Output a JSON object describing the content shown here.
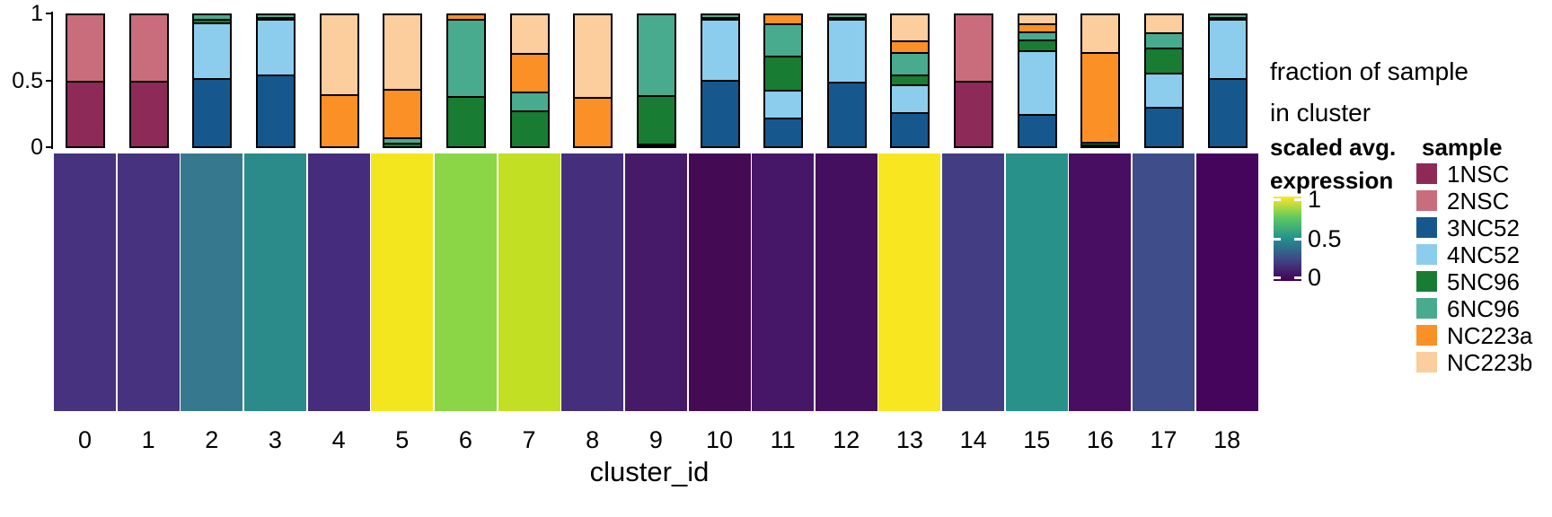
{
  "axes": {
    "x_title": "cluster_id",
    "y_ticks": [
      {
        "label": "1",
        "value": 1
      },
      {
        "label": "0.5",
        "value": 0.5
      },
      {
        "label": "0",
        "value": 0
      }
    ]
  },
  "top_chart": {
    "label_line1": "fraction of sample",
    "label_line2": "in cluster"
  },
  "legends": {
    "expression": {
      "title_line1": "scaled avg.",
      "title_line2": "expression",
      "ticks": [
        {
          "label": "1",
          "value": 1
        },
        {
          "label": "0.5",
          "value": 0.5
        },
        {
          "label": "0",
          "value": 0
        }
      ],
      "gradient_stops": [
        "#440154",
        "#414487",
        "#21918c",
        "#5ec962",
        "#fde725"
      ]
    },
    "sample": {
      "title": "sample",
      "items": [
        {
          "label": "1NSC",
          "color": "#8d2a58"
        },
        {
          "label": "2NSC",
          "color": "#c96d7d"
        },
        {
          "label": "3NC52",
          "color": "#16588e"
        },
        {
          "label": "4NC52",
          "color": "#8ccdee"
        },
        {
          "label": "5NC96",
          "color": "#187d32"
        },
        {
          "label": "6NC96",
          "color": "#49ab8e"
        },
        {
          "label": "NC223a",
          "color": "#fb9027"
        },
        {
          "label": "NC223b",
          "color": "#fccd9d"
        }
      ]
    }
  },
  "chart_data": [
    {
      "type": "bar",
      "subtype": "stacked_fraction",
      "title": "fraction of sample in cluster",
      "xlabel": "cluster_id",
      "ylim": [
        0,
        1
      ],
      "yticks": [
        0,
        0.5,
        1
      ],
      "legend_position": "right",
      "categories": [
        "0",
        "1",
        "2",
        "3",
        "4",
        "5",
        "6",
        "7",
        "8",
        "9",
        "10",
        "11",
        "12",
        "13",
        "14",
        "15",
        "16",
        "17",
        "18"
      ],
      "bars": [
        {
          "cluster": "0",
          "segments": [
            {
              "sample": "1NSC",
              "fraction": 0.5
            },
            {
              "sample": "2NSC",
              "fraction": 0.5
            }
          ]
        },
        {
          "cluster": "1",
          "segments": [
            {
              "sample": "1NSC",
              "fraction": 0.5
            },
            {
              "sample": "2NSC",
              "fraction": 0.5
            }
          ]
        },
        {
          "cluster": "2",
          "segments": [
            {
              "sample": "3NC52",
              "fraction": 0.52
            },
            {
              "sample": "4NC52",
              "fraction": 0.425
            },
            {
              "sample": "5NC96",
              "fraction": 0.028
            },
            {
              "sample": "6NC96",
              "fraction": 0.027
            }
          ]
        },
        {
          "cluster": "3",
          "segments": [
            {
              "sample": "3NC52",
              "fraction": 0.55
            },
            {
              "sample": "4NC52",
              "fraction": 0.42
            },
            {
              "sample": "5NC96",
              "fraction": 0.015
            },
            {
              "sample": "6NC96",
              "fraction": 0.015
            }
          ]
        },
        {
          "cluster": "4",
          "segments": [
            {
              "sample": "NC223a",
              "fraction": 0.4
            },
            {
              "sample": "NC223b",
              "fraction": 0.6
            }
          ]
        },
        {
          "cluster": "5",
          "segments": [
            {
              "sample": "5NC96",
              "fraction": 0.03
            },
            {
              "sample": "6NC96",
              "fraction": 0.04
            },
            {
              "sample": "NC223a",
              "fraction": 0.365
            },
            {
              "sample": "NC223b",
              "fraction": 0.565
            }
          ]
        },
        {
          "cluster": "6",
          "segments": [
            {
              "sample": "5NC96",
              "fraction": 0.385
            },
            {
              "sample": "6NC96",
              "fraction": 0.59
            },
            {
              "sample": "NC223a",
              "fraction": 0.025
            }
          ]
        },
        {
          "cluster": "7",
          "segments": [
            {
              "sample": "5NC96",
              "fraction": 0.275
            },
            {
              "sample": "6NC96",
              "fraction": 0.14
            },
            {
              "sample": "NC223a",
              "fraction": 0.3
            },
            {
              "sample": "NC223b",
              "fraction": 0.285
            }
          ]
        },
        {
          "cluster": "8",
          "segments": [
            {
              "sample": "NC223a",
              "fraction": 0.38
            },
            {
              "sample": "NC223b",
              "fraction": 0.62
            }
          ]
        },
        {
          "cluster": "9",
          "segments": [
            {
              "sample": "1NSC",
              "fraction": 0.01
            },
            {
              "sample": "3NC52",
              "fraction": 0.01
            },
            {
              "sample": "5NC96",
              "fraction": 0.37
            },
            {
              "sample": "6NC96",
              "fraction": 0.61
            }
          ]
        },
        {
          "cluster": "10",
          "segments": [
            {
              "sample": "3NC52",
              "fraction": 0.51
            },
            {
              "sample": "4NC52",
              "fraction": 0.465
            },
            {
              "sample": "5NC96",
              "fraction": 0.013
            },
            {
              "sample": "6NC96",
              "fraction": 0.012
            }
          ]
        },
        {
          "cluster": "11",
          "segments": [
            {
              "sample": "3NC52",
              "fraction": 0.22
            },
            {
              "sample": "4NC52",
              "fraction": 0.21
            },
            {
              "sample": "5NC96",
              "fraction": 0.26
            },
            {
              "sample": "6NC96",
              "fraction": 0.25
            },
            {
              "sample": "NC223a",
              "fraction": 0.06
            }
          ]
        },
        {
          "cluster": "12",
          "segments": [
            {
              "sample": "3NC52",
              "fraction": 0.49
            },
            {
              "sample": "4NC52",
              "fraction": 0.48
            },
            {
              "sample": "5NC96",
              "fraction": 0.015
            },
            {
              "sample": "6NC96",
              "fraction": 0.015
            }
          ]
        },
        {
          "cluster": "13",
          "segments": [
            {
              "sample": "3NC52",
              "fraction": 0.26
            },
            {
              "sample": "4NC52",
              "fraction": 0.21
            },
            {
              "sample": "5NC96",
              "fraction": 0.08
            },
            {
              "sample": "6NC96",
              "fraction": 0.17
            },
            {
              "sample": "NC223a",
              "fraction": 0.09
            },
            {
              "sample": "NC223b",
              "fraction": 0.19
            }
          ]
        },
        {
          "cluster": "14",
          "segments": [
            {
              "sample": "1NSC",
              "fraction": 0.5
            },
            {
              "sample": "2NSC",
              "fraction": 0.5
            }
          ]
        },
        {
          "cluster": "15",
          "segments": [
            {
              "sample": "3NC52",
              "fraction": 0.245
            },
            {
              "sample": "4NC52",
              "fraction": 0.49
            },
            {
              "sample": "5NC96",
              "fraction": 0.08
            },
            {
              "sample": "6NC96",
              "fraction": 0.065
            },
            {
              "sample": "NC223a",
              "fraction": 0.06
            },
            {
              "sample": "NC223b",
              "fraction": 0.06
            }
          ]
        },
        {
          "cluster": "16",
          "segments": [
            {
              "sample": "1NSC",
              "fraction": 0.012
            },
            {
              "sample": "5NC96",
              "fraction": 0.02
            },
            {
              "sample": "NC223a",
              "fraction": 0.688
            },
            {
              "sample": "NC223b",
              "fraction": 0.28
            }
          ]
        },
        {
          "cluster": "17",
          "segments": [
            {
              "sample": "3NC52",
              "fraction": 0.3
            },
            {
              "sample": "4NC52",
              "fraction": 0.26
            },
            {
              "sample": "5NC96",
              "fraction": 0.19
            },
            {
              "sample": "6NC96",
              "fraction": 0.12
            },
            {
              "sample": "NC223b",
              "fraction": 0.13
            }
          ]
        },
        {
          "cluster": "18",
          "segments": [
            {
              "sample": "3NC52",
              "fraction": 0.52
            },
            {
              "sample": "4NC52",
              "fraction": 0.45
            },
            {
              "sample": "5NC96",
              "fraction": 0.015
            },
            {
              "sample": "6NC96",
              "fraction": 0.015
            }
          ]
        }
      ]
    },
    {
      "type": "heatmap",
      "title": "scaled avg. expression",
      "xlabel": "cluster_id",
      "domain": [
        0,
        1
      ],
      "colorscale": "viridis",
      "categories": [
        "0",
        "1",
        "2",
        "3",
        "4",
        "5",
        "6",
        "7",
        "8",
        "9",
        "10",
        "11",
        "12",
        "13",
        "14",
        "15",
        "16",
        "17",
        "18"
      ],
      "cells": [
        {
          "cluster": "0",
          "value": 0.13,
          "color": "#46327e"
        },
        {
          "cluster": "1",
          "value": 0.13,
          "color": "#46327e"
        },
        {
          "cluster": "2",
          "value": 0.42,
          "color": "#36798f"
        },
        {
          "cluster": "3",
          "value": 0.53,
          "color": "#2a8b8a"
        },
        {
          "cluster": "4",
          "value": 0.11,
          "color": "#452c7d"
        },
        {
          "cluster": "5",
          "value": 0.97,
          "color": "#f4e61e"
        },
        {
          "cluster": "6",
          "value": 0.82,
          "color": "#8bd646"
        },
        {
          "cluster": "7",
          "value": 0.9,
          "color": "#c2df23"
        },
        {
          "cluster": "8",
          "value": 0.12,
          "color": "#452f7c"
        },
        {
          "cluster": "9",
          "value": 0.07,
          "color": "#461a68"
        },
        {
          "cluster": "10",
          "value": 0.01,
          "color": "#440a54"
        },
        {
          "cluster": "11",
          "value": 0.06,
          "color": "#461668"
        },
        {
          "cluster": "12",
          "value": 0.04,
          "color": "#440f5e"
        },
        {
          "cluster": "13",
          "value": 0.98,
          "color": "#f8e621"
        },
        {
          "cluster": "14",
          "value": 0.2,
          "color": "#433d84"
        },
        {
          "cluster": "15",
          "value": 0.56,
          "color": "#28918a"
        },
        {
          "cluster": "16",
          "value": 0.05,
          "color": "#470e62"
        },
        {
          "cluster": "17",
          "value": 0.25,
          "color": "#3f4e8a"
        },
        {
          "cluster": "18",
          "value": 0.02,
          "color": "#45055c"
        }
      ]
    }
  ]
}
